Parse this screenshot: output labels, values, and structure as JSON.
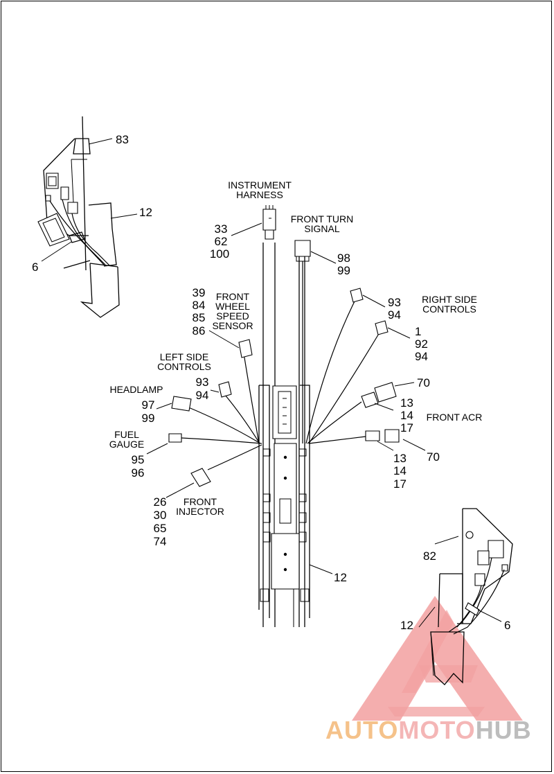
{
  "labels": {
    "instrument_harness": [
      "INSTRUMENT",
      "HARNESS"
    ],
    "front_turn_signal": [
      "FRONT TURN",
      "SIGNAL"
    ],
    "right_side_controls": [
      "RIGHT SIDE",
      "CONTROLS"
    ],
    "front_wheel_speed_sensor": [
      "FRONT",
      "WHEEL",
      "SPEED",
      "SENSOR"
    ],
    "left_side_controls": [
      "LEFT SIDE",
      "CONTROLS"
    ],
    "headlamp": "HEADLAMP",
    "fuel_gauge": [
      "FUEL",
      "GAUGE"
    ],
    "front_acr": "FRONT ACR",
    "front_injector": [
      "FRONT",
      "INJECTOR"
    ]
  },
  "callouts": {
    "c83": "83",
    "c12_top": "12",
    "c6_top": "6",
    "instrument": [
      "33",
      "62",
      "100"
    ],
    "turn_signal": [
      "98",
      "99"
    ],
    "wheel_sensor": [
      "39",
      "84",
      "85",
      "86"
    ],
    "right_a": [
      "93",
      "94"
    ],
    "right_b": [
      "1",
      "92",
      "94"
    ],
    "left_side": [
      "93",
      "94"
    ],
    "c70_top": "70",
    "acr_top": [
      "13",
      "14",
      "17"
    ],
    "headlamp": [
      "97",
      "99"
    ],
    "fuel": [
      "95",
      "96"
    ],
    "acr_bottom": [
      "13",
      "14",
      "17"
    ],
    "c70_bottom": "70",
    "injector": [
      "26",
      "30",
      "65",
      "74"
    ],
    "c12_main": "12",
    "c82": "82",
    "c12_bottom": "12",
    "c6_bottom": "6"
  },
  "watermark": {
    "auto": "AUTO",
    "moto": "MOTO",
    "hub": "HUB",
    "colors": {
      "triangle": "#f2a0a0",
      "auto": "#f5c28a",
      "moto": "#f4b6b6",
      "hub": "#bdbdbd"
    }
  }
}
